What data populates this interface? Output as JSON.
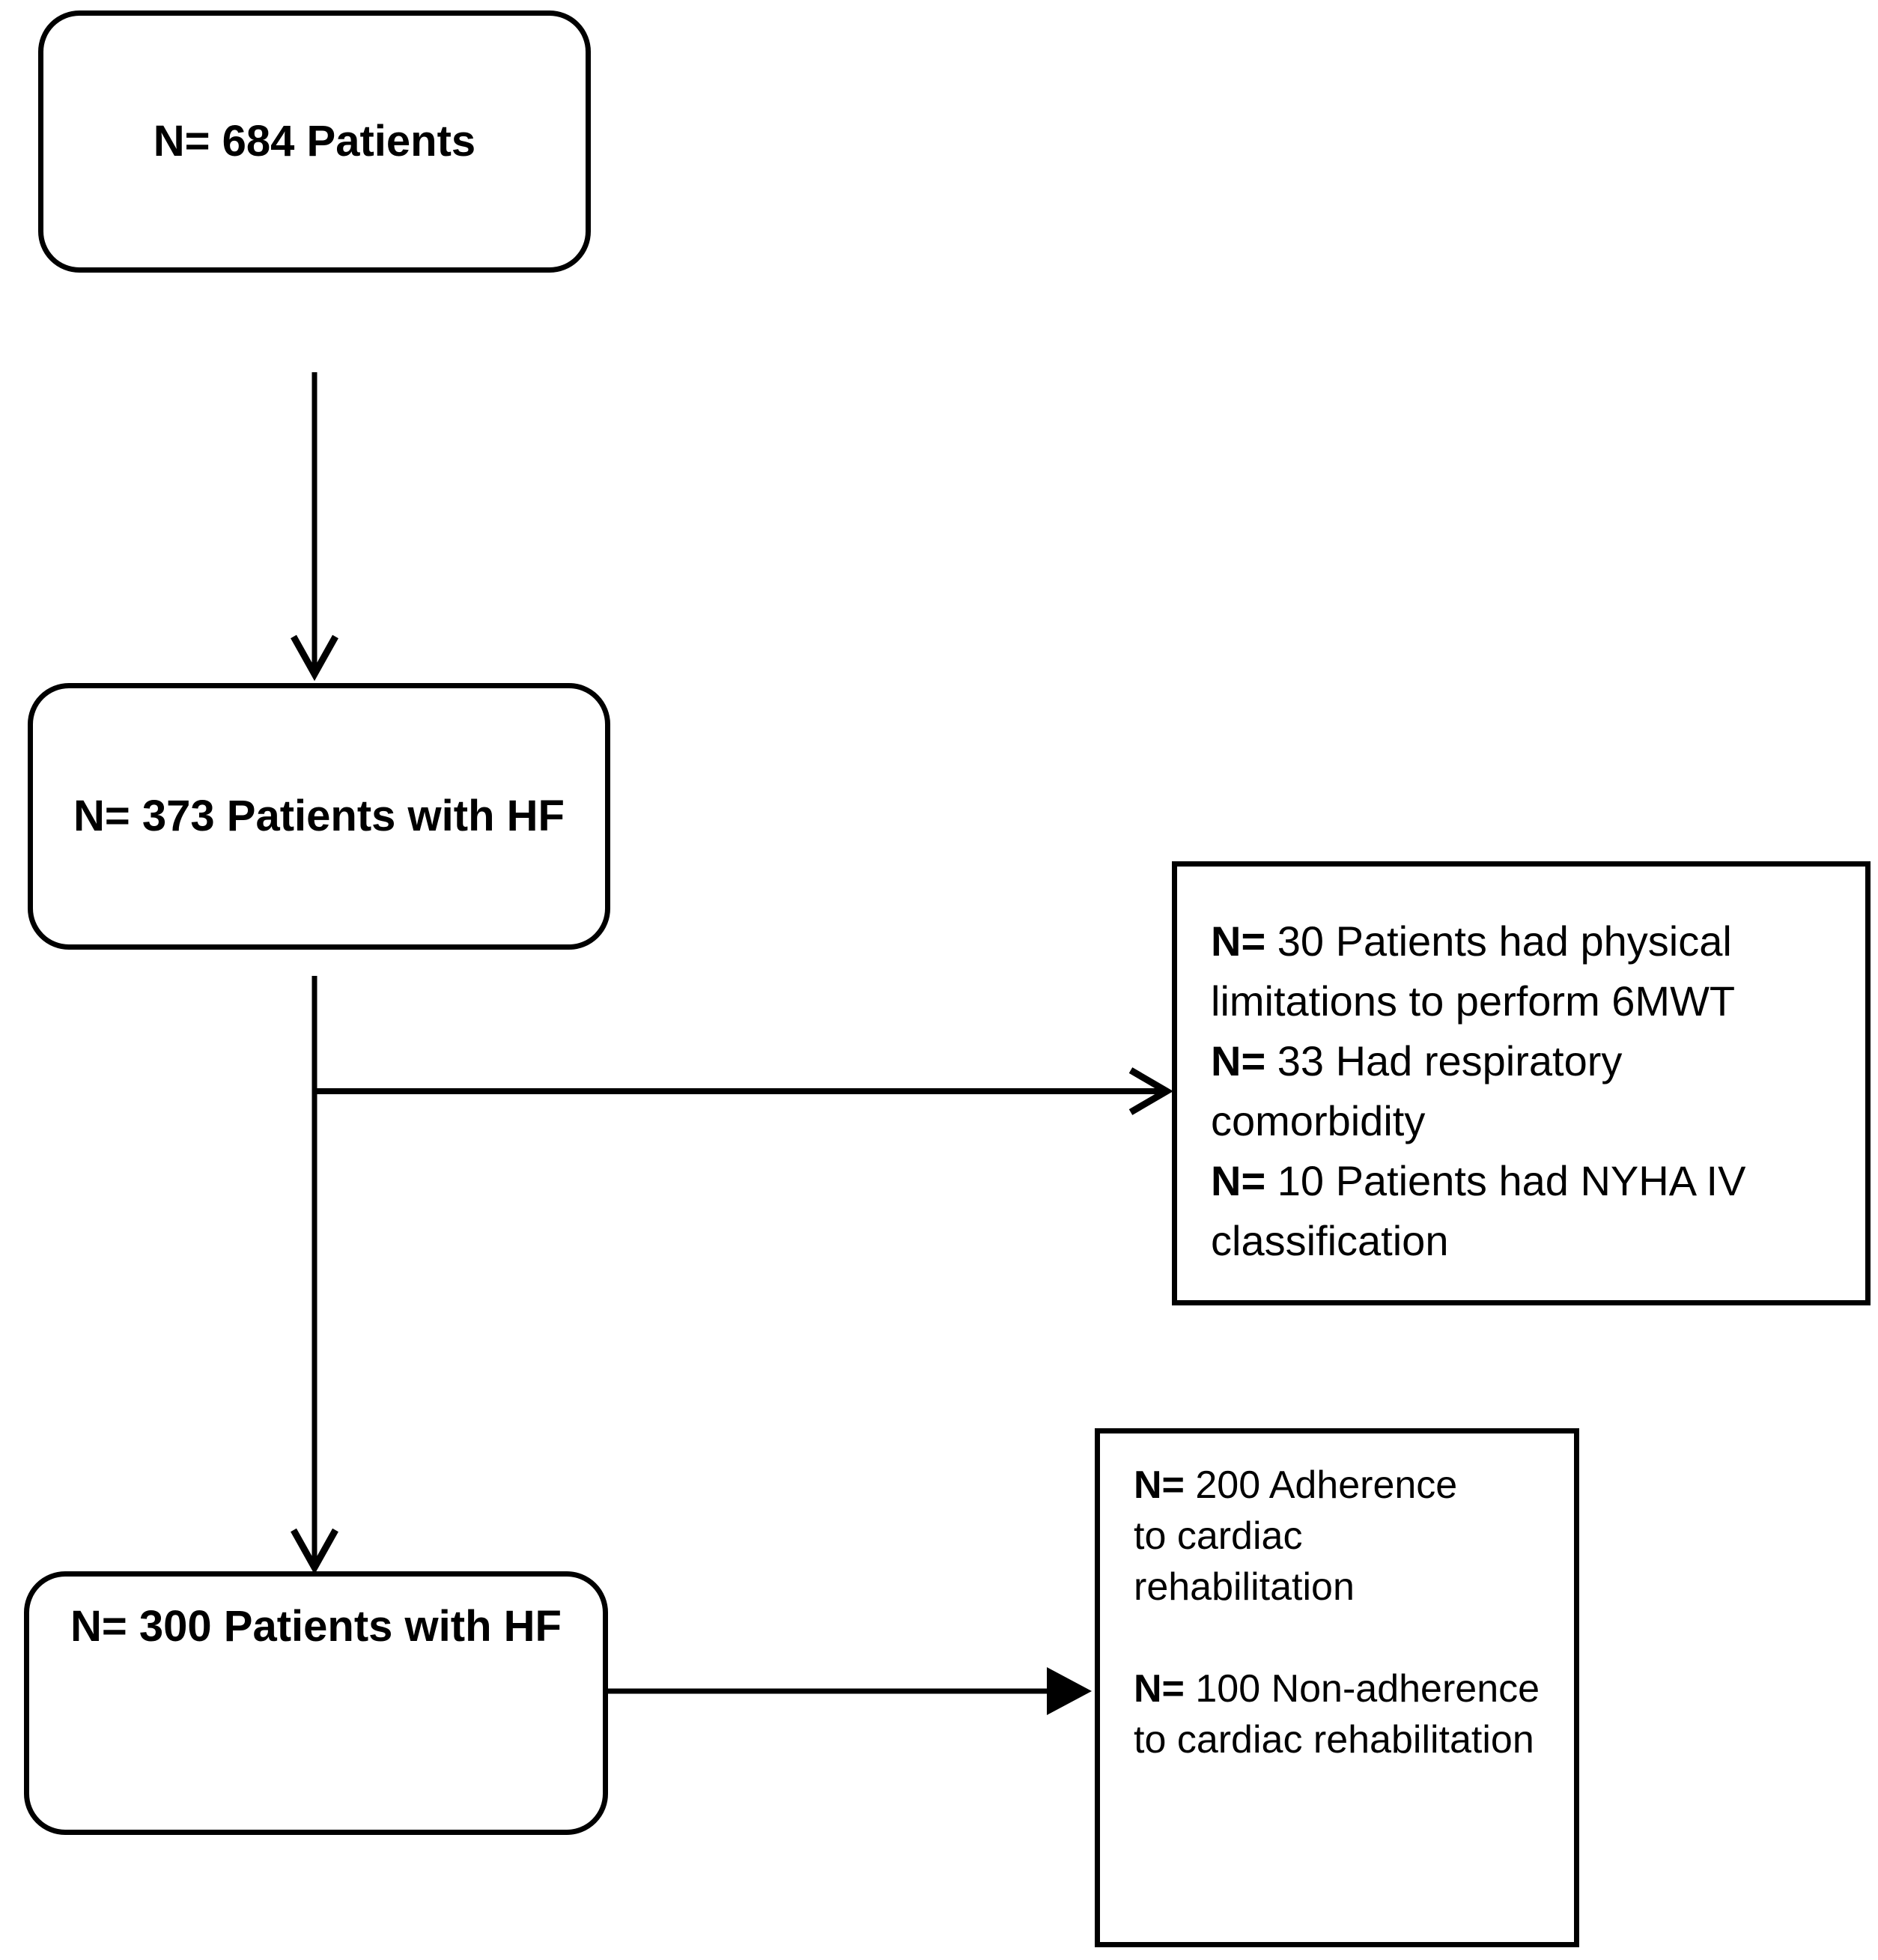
{
  "nodes": {
    "all_patients": {
      "label": "N= 684 Patients"
    },
    "hf_patients": {
      "label": "N= 373 Patients with HF"
    },
    "final_patients": {
      "label": "N= 300 Patients with HF"
    },
    "exclusions": {
      "lines": [
        {
          "bold": "N=",
          "text": " 30 Patients had physical"
        },
        {
          "bold": "",
          "text": "limitations to perform 6MWT"
        },
        {
          "bold": "N=",
          "text": " 33 Had respiratory"
        },
        {
          "bold": "",
          "text": "comorbidity"
        },
        {
          "bold": "N=",
          "text": " 10 Patients had NYHA IV"
        },
        {
          "bold": "",
          "text": "classification"
        }
      ]
    },
    "outcomes": {
      "lines": [
        {
          "bold": "N=",
          "text": " 200 Adherence"
        },
        {
          "bold": "",
          "text": "to cardiac"
        },
        {
          "bold": "",
          "text": "rehabilitation"
        },
        {
          "bold": "",
          "text": ""
        },
        {
          "bold": "N=",
          "text": " 100 Non-adherence"
        },
        {
          "bold": "",
          "text": "to cardiac rehabilitation"
        }
      ]
    }
  },
  "colors": {
    "line": "#000000",
    "text": "#000000",
    "background": "#ffffff"
  }
}
